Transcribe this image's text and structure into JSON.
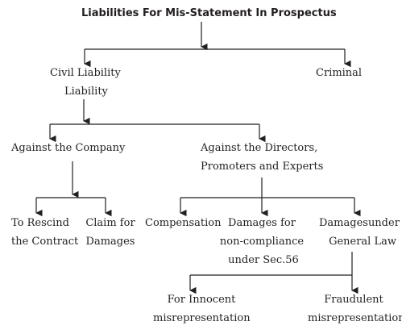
{
  "title": "Liabilities For Mis-Statement In Prospectus",
  "nodes": {
    "civil": [
      "Civil Liability",
      "Liability"
    ],
    "criminal": [
      "Criminal"
    ],
    "against_company": [
      "Against the Company"
    ],
    "against_directors": [
      "Against the Directors,",
      "Promoters and Experts"
    ],
    "rescind": [
      "To Rescind",
      "the Contract"
    ],
    "claim_damages": [
      "Claim for",
      "Damages"
    ],
    "compensation": [
      "Compensation"
    ],
    "damages_noncompliance": [
      "Damages for",
      "non-compliance",
      "under Sec.56"
    ],
    "damages_general": [
      "Damagesunder",
      "General Law"
    ],
    "innocent": [
      "For Innocent",
      "misrepresentation"
    ],
    "fraudulent": [
      "Fraudulent",
      "misrepresentation"
    ]
  },
  "colors": {
    "ink": "#231f20"
  }
}
